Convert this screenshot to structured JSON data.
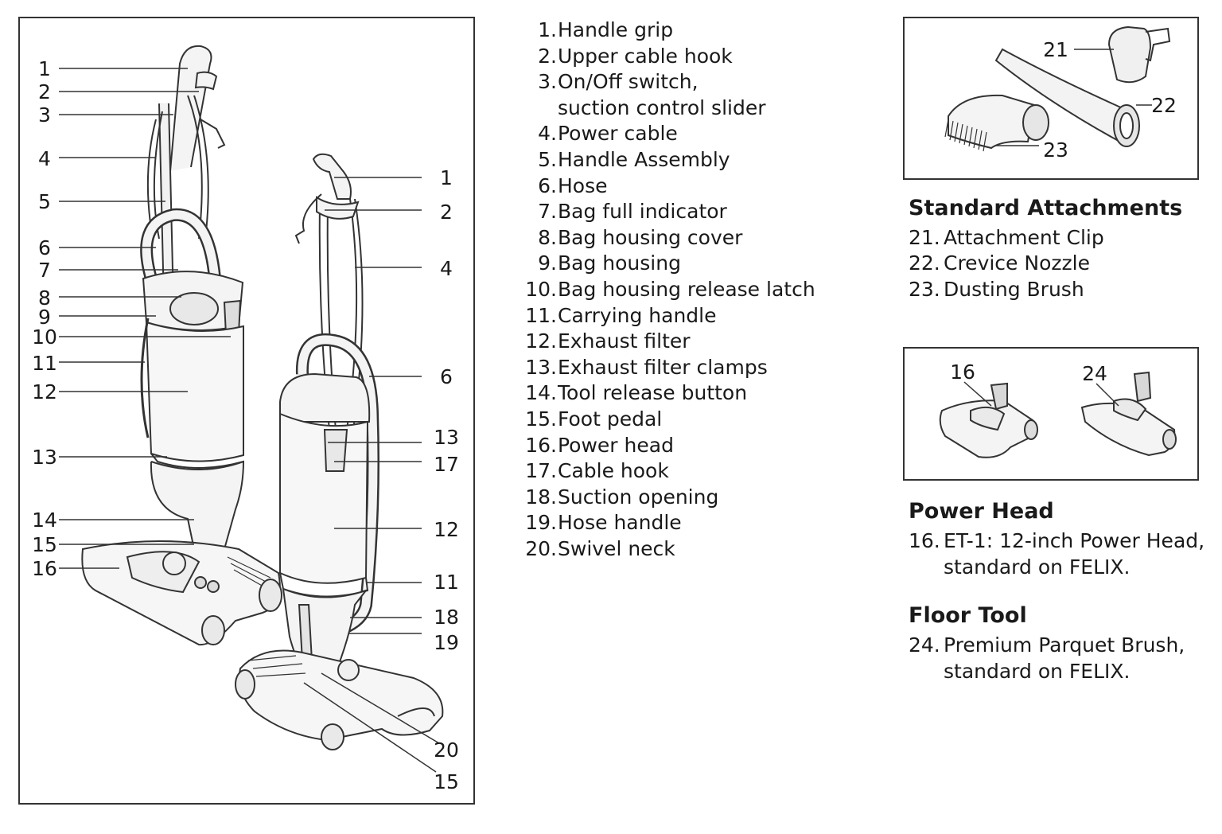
{
  "main_callouts": {
    "left": [
      "1",
      "2",
      "3",
      "4",
      "5",
      "6",
      "7",
      "8",
      "9",
      "10",
      "11",
      "12",
      "13",
      "14",
      "15",
      "16"
    ],
    "right": [
      "1",
      "2",
      "4",
      "6",
      "13",
      "17",
      "12",
      "11",
      "18",
      "19",
      "20",
      "15"
    ]
  },
  "parts": [
    {
      "num": "1.",
      "label": "Handle grip"
    },
    {
      "num": "2.",
      "label": "Upper cable hook"
    },
    {
      "num": "3.",
      "label": "On/Off switch,"
    },
    {
      "num": "",
      "label": "suction control slider"
    },
    {
      "num": "4.",
      "label": "Power cable"
    },
    {
      "num": "5.",
      "label": "Handle Assembly"
    },
    {
      "num": "6.",
      "label": "Hose"
    },
    {
      "num": "7.",
      "label": "Bag full indicator"
    },
    {
      "num": "8.",
      "label": "Bag housing cover"
    },
    {
      "num": "9.",
      "label": "Bag housing"
    },
    {
      "num": "10.",
      "label": "Bag housing release latch"
    },
    {
      "num": "11.",
      "label": "Carrying handle"
    },
    {
      "num": "12.",
      "label": "Exhaust filter"
    },
    {
      "num": "13.",
      "label": "Exhaust filter clamps"
    },
    {
      "num": "14.",
      "label": "Tool release button"
    },
    {
      "num": "15.",
      "label": "Foot pedal"
    },
    {
      "num": "16.",
      "label": "Power head"
    },
    {
      "num": "17.",
      "label": "Cable hook"
    },
    {
      "num": "18.",
      "label": "Suction opening"
    },
    {
      "num": "19.",
      "label": "Hose handle"
    },
    {
      "num": "20.",
      "label": "Swivel neck"
    }
  ],
  "attachments_box": {
    "callouts": [
      "21",
      "22",
      "23"
    ]
  },
  "standard_attachments": {
    "title": "Standard Attachments",
    "items": [
      {
        "num": "21.",
        "label": "Attachment Clip"
      },
      {
        "num": "22.",
        "label": "Crevice Nozzle"
      },
      {
        "num": "23.",
        "label": "Dusting Brush"
      }
    ]
  },
  "heads_box": {
    "callouts": [
      "16",
      "24"
    ]
  },
  "power_head": {
    "title": "Power Head",
    "num": "16.",
    "line1": "ET-1: 12-inch Power Head,",
    "line2": "standard on FELIX."
  },
  "floor_tool": {
    "title": "Floor Tool",
    "num": "24.",
    "line1": "Premium Parquet Brush,",
    "line2": "standard on FELIX."
  }
}
